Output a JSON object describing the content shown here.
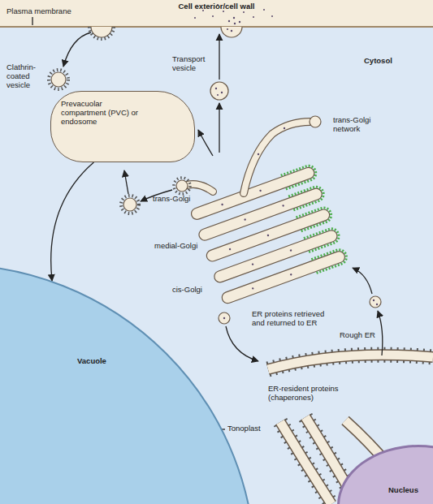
{
  "diagram": {
    "nodes": [
      {
        "text": [
          "Cell exterior/cell wall"
        ]
      },
      {
        "text": [
          "Prevacuolar compartment (PVC) or endosome"
        ]
      },
      {
        "text": [
          "Vacuole"
        ]
      },
      {
        "text": [
          "Nucleus"
        ]
      }
    ],
    "edges": [
      {
        "from": 1,
        "to": 2,
        "arrow": "to"
      }
    ],
    "labels": [
      "Plasma membrane",
      "Cytosol",
      "Clathrin-coated vesicle",
      "Transport vesicle",
      "trans-Golgi network",
      "trans-Golgi",
      "medial-Golgi",
      "cis-Golgi",
      "ER proteins retrieved and returned to ER",
      "Rough ER",
      "ER-resident proteins (chaperones)",
      "Tonoplast"
    ]
  }
}
